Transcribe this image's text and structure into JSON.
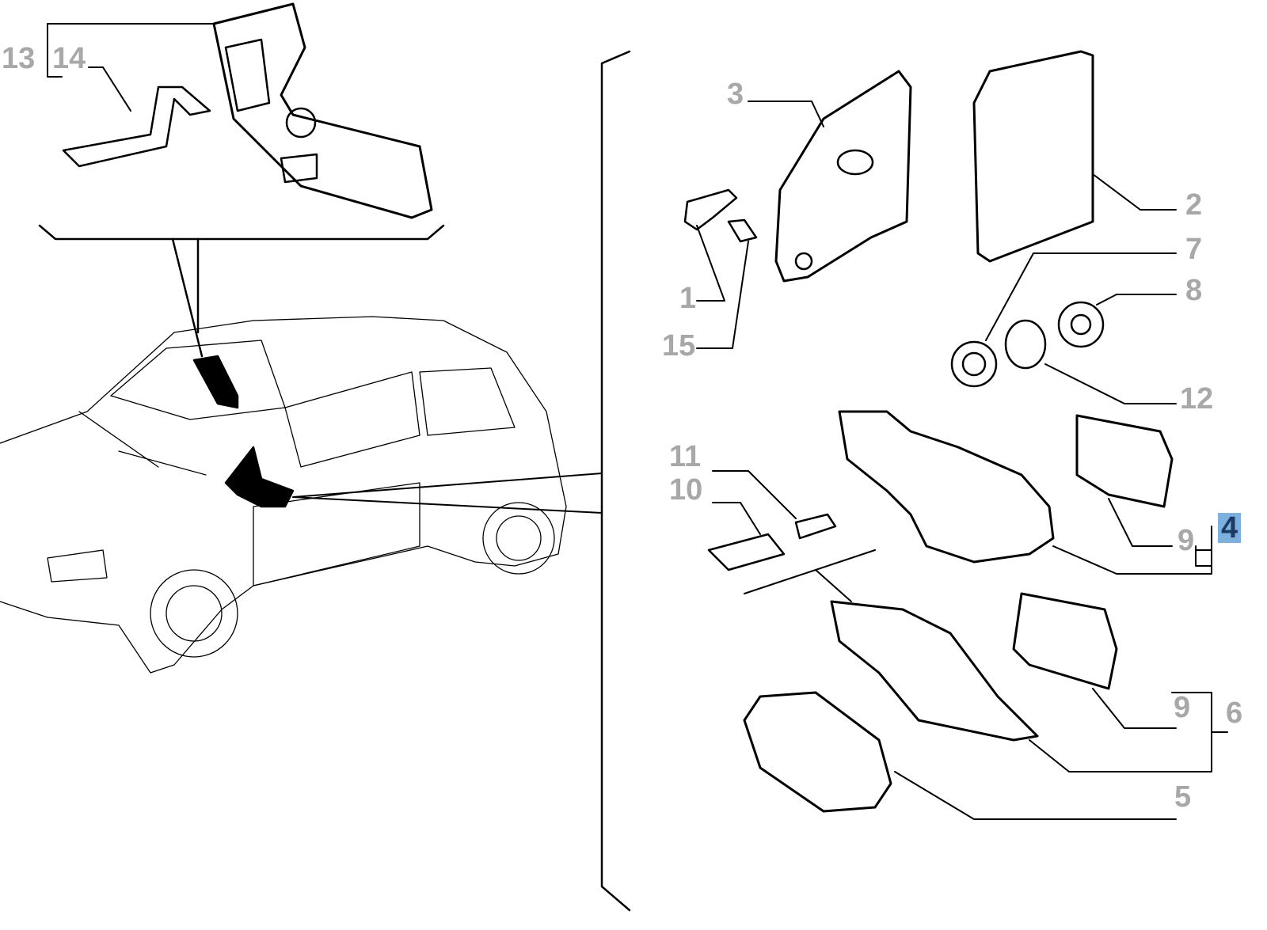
{
  "diagram": {
    "title": "Exploded parts diagram: interior rear-view mirror and exterior door mirror assemblies",
    "highlight_color": "#7db0dc",
    "label_color": "#a8a8a8",
    "callouts": [
      {
        "id": "13",
        "text": "13"
      },
      {
        "id": "14",
        "text": "14"
      },
      {
        "id": "3",
        "text": "3"
      },
      {
        "id": "2",
        "text": "2"
      },
      {
        "id": "7",
        "text": "7"
      },
      {
        "id": "8",
        "text": "8"
      },
      {
        "id": "1",
        "text": "1"
      },
      {
        "id": "15",
        "text": "15"
      },
      {
        "id": "12",
        "text": "12"
      },
      {
        "id": "11",
        "text": "11"
      },
      {
        "id": "10",
        "text": "10"
      },
      {
        "id": "9a",
        "text": "9"
      },
      {
        "id": "4",
        "text": "4",
        "selected": true
      },
      {
        "id": "9b",
        "text": "9"
      },
      {
        "id": "6",
        "text": "6"
      },
      {
        "id": "5",
        "text": "5"
      }
    ]
  }
}
